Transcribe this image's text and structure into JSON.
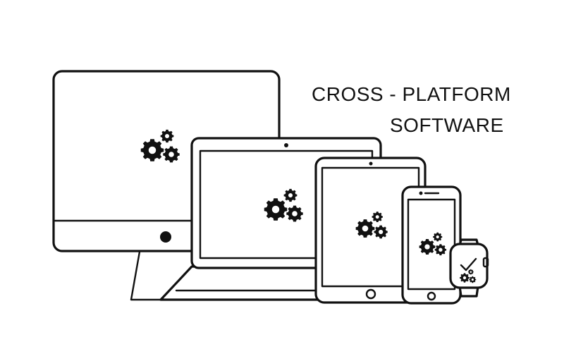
{
  "heading": {
    "line1": "CROSS - PLATFORM",
    "line2": "SOFTWARE"
  },
  "devices": [
    {
      "name": "desktop-monitor",
      "icon": "gears-icon"
    },
    {
      "name": "laptop",
      "icon": "gears-icon"
    },
    {
      "name": "tablet",
      "icon": "gears-icon"
    },
    {
      "name": "smartphone",
      "icon": "gears-icon"
    },
    {
      "name": "smartwatch",
      "icon": "checkmark-icon"
    }
  ],
  "colors": {
    "stroke": "#111111",
    "background": "#ffffff"
  }
}
